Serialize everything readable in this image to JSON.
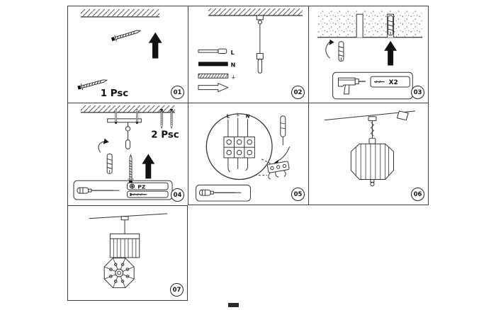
{
  "sheet": {
    "background": "#ffffff",
    "line_color": "#333333"
  },
  "steps": [
    {
      "id": "01",
      "quantity": "1 Psc"
    },
    {
      "id": "02",
      "wire_legend": {
        "live": "L",
        "neutral": "N",
        "earth": "⏚"
      }
    },
    {
      "id": "03",
      "drill_label": "X2"
    },
    {
      "id": "04",
      "quantity": "2 Psc",
      "screwdriver_bit": "PZ"
    },
    {
      "id": "05",
      "terminal_labels": {
        "live": "L",
        "earth": "⏚",
        "neutral": "N"
      }
    },
    {
      "id": "06"
    },
    {
      "id": "07"
    }
  ],
  "icons": {
    "up_arrow": "▲",
    "rotate_arrow": "↻",
    "screw": "screw-drawing",
    "wall_plug": "wall-plug-drawing",
    "drill": "drill-drawing",
    "screwdriver": "screwdriver-drawing",
    "ceiling_hatch": "diagonal-hatch",
    "concrete": "stipple-dots"
  }
}
